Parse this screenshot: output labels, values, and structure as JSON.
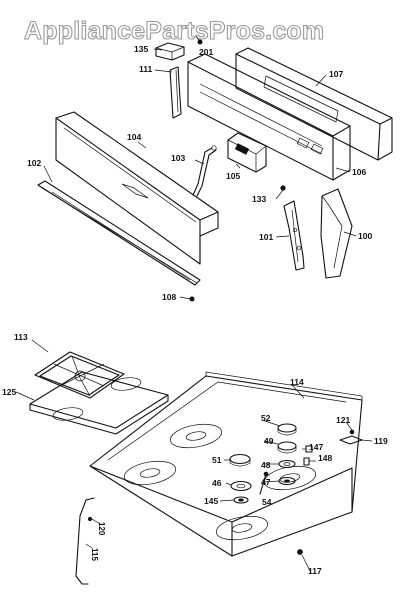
{
  "watermark": "AppliancePartsPros.com",
  "callouts": {
    "p100": "100",
    "p101": "101",
    "p102": "102",
    "p103": "103",
    "p104": "104",
    "p105": "105",
    "p106": "106",
    "p107": "107",
    "p108": "108",
    "p111": "111",
    "p113": "113",
    "p114": "114",
    "p115": "115",
    "p117": "117",
    "p119": "119",
    "p120": "120",
    "p121": "121",
    "p125": "125",
    "p133": "133",
    "p135": "135",
    "p145": "145",
    "p147": "147",
    "p148": "148",
    "p201": "201",
    "p46": "46",
    "p47": "47",
    "p48": "48",
    "p49": "49",
    "p51": "51",
    "p52": "52",
    "p54": "54"
  }
}
